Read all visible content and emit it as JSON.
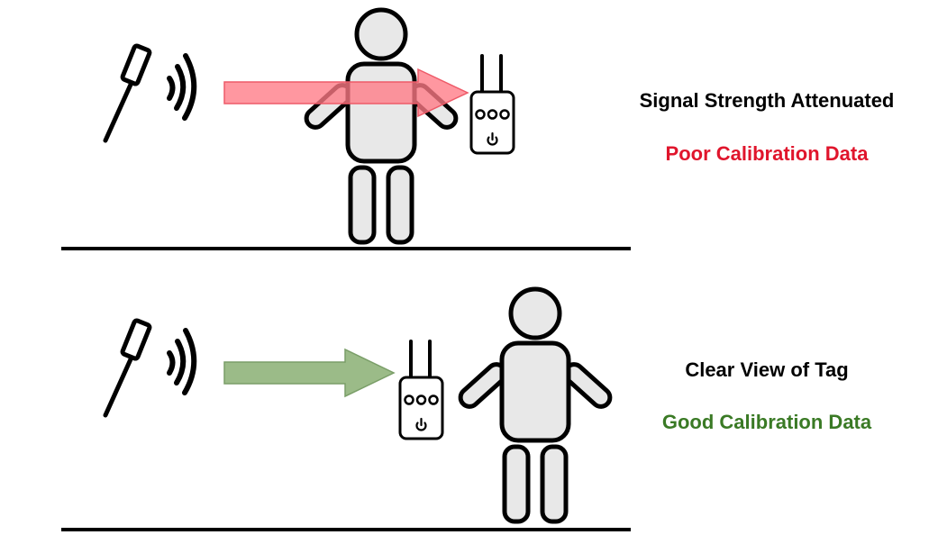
{
  "panels": [
    {
      "status_text": "Signal Strength Attenuated",
      "result_text": "Poor Calibration Data",
      "result_color": "#e0152c",
      "arrow_color": "#ff7a85",
      "body_state": "person blocking signal path"
    },
    {
      "status_text": "Clear View of Tag",
      "result_text": "Good Calibration Data",
      "result_color": "#3a7a25",
      "arrow_color": "#9bbb88",
      "body_state": "clear line of sight"
    }
  ],
  "icons": [
    "antenna-wand-icon",
    "signal-waves-icon",
    "tag-device-icon",
    "power-icon",
    "person-icon"
  ]
}
